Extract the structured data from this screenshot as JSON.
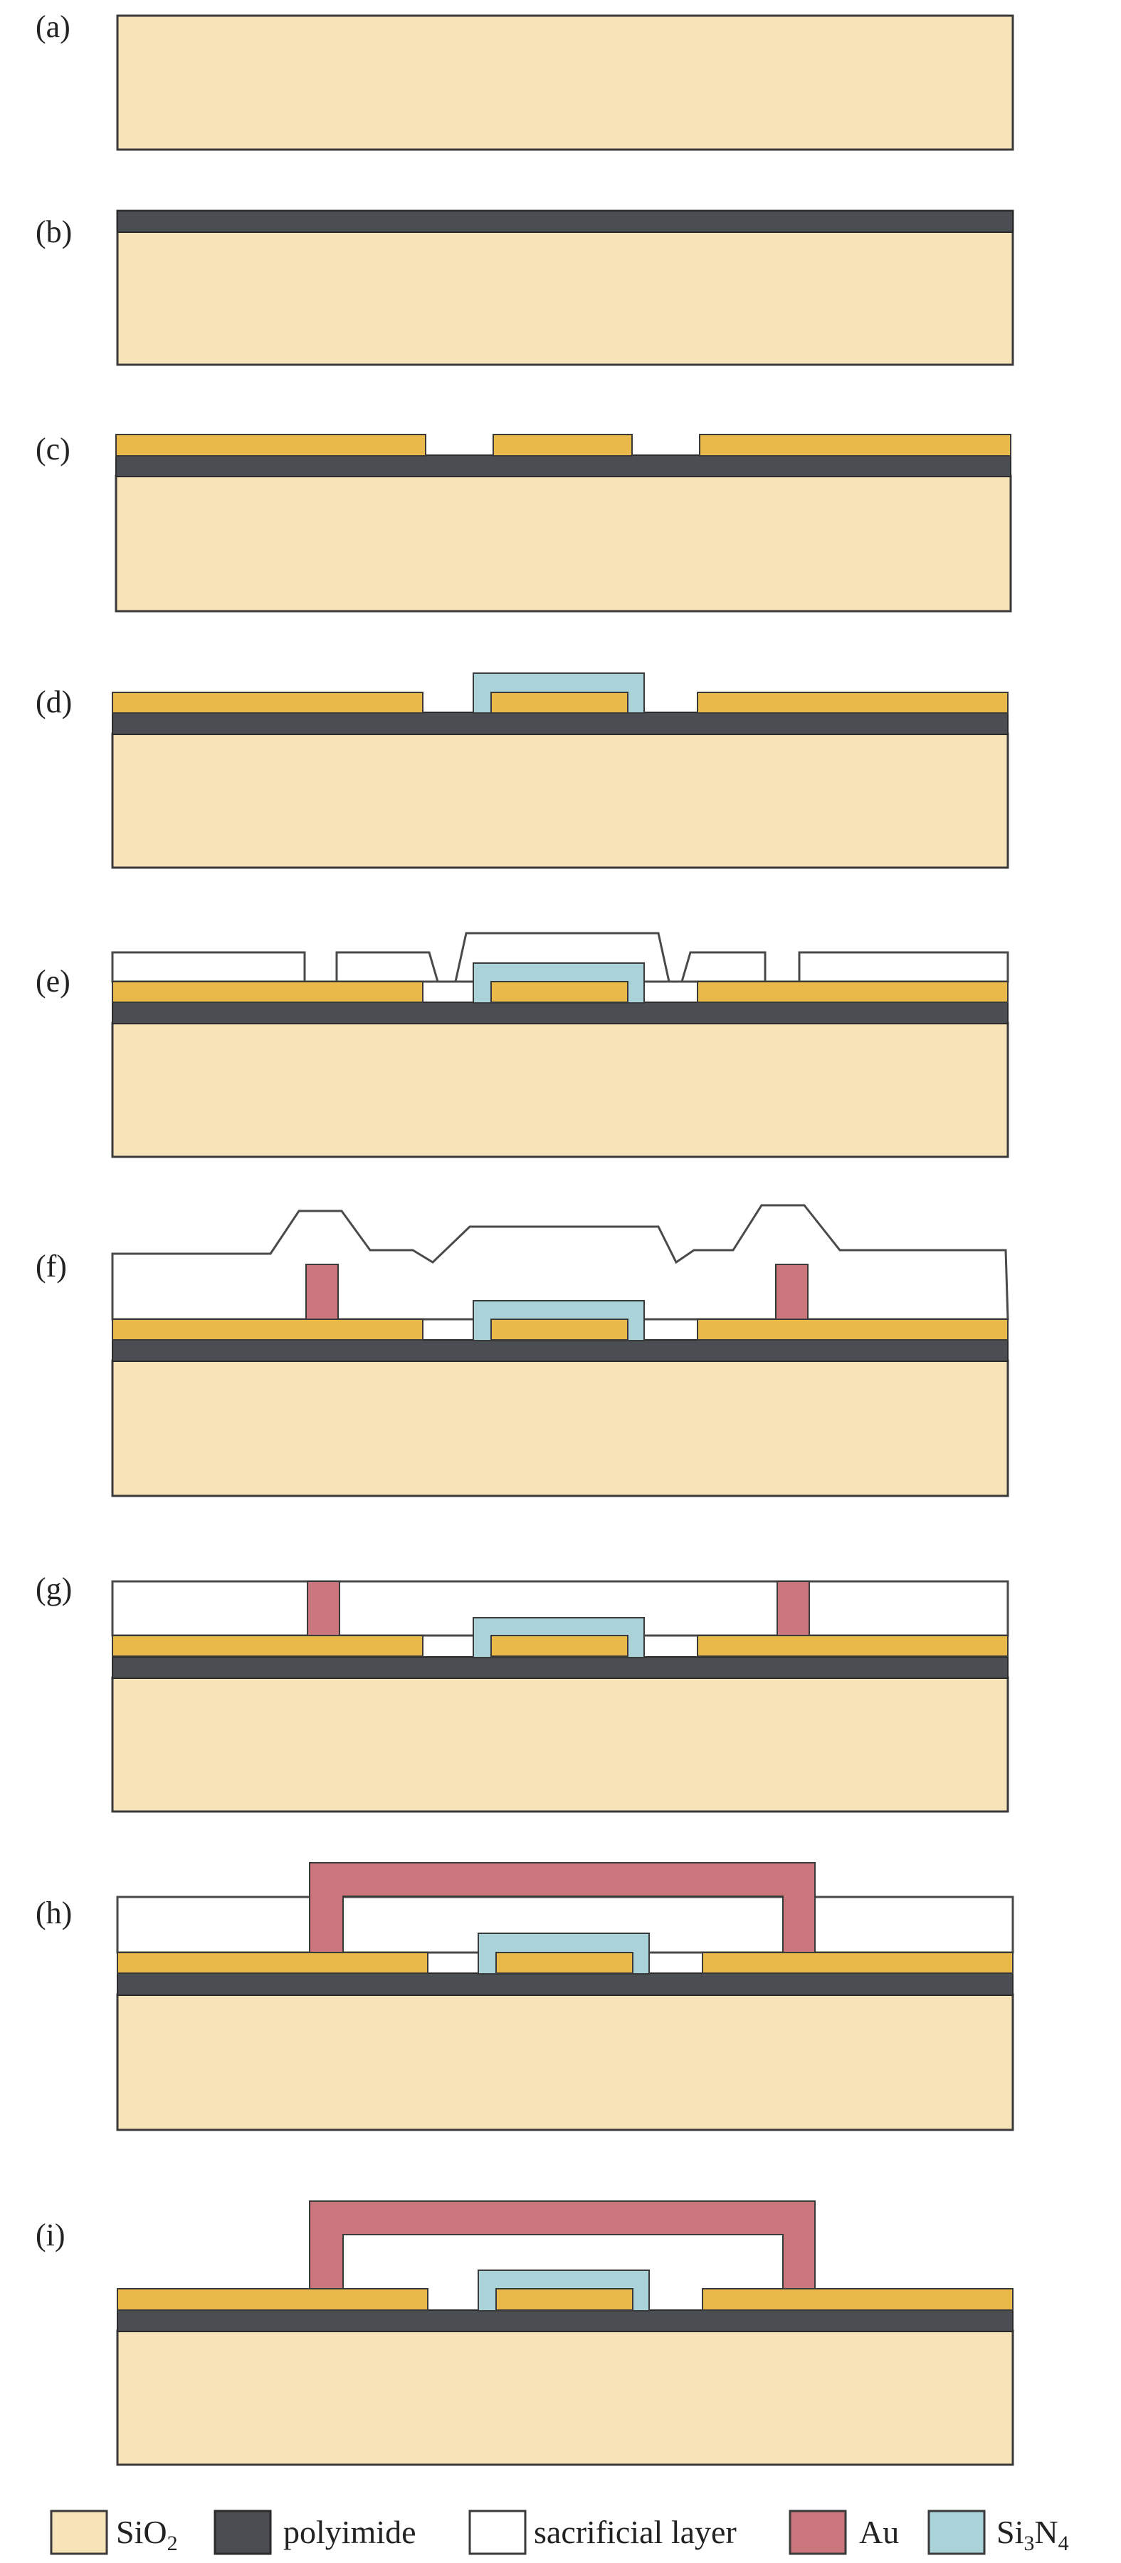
{
  "figure": {
    "steps": [
      {
        "id": "a",
        "label": "(a)"
      },
      {
        "id": "b",
        "label": "(b)"
      },
      {
        "id": "c",
        "label": "(c)"
      },
      {
        "id": "d",
        "label": "(d)"
      },
      {
        "id": "e",
        "label": "(e)"
      },
      {
        "id": "f",
        "label": "(f)"
      },
      {
        "id": "g",
        "label": "(g)"
      },
      {
        "id": "h",
        "label": "(h)"
      },
      {
        "id": "i",
        "label": "(i)"
      }
    ],
    "legend": [
      {
        "id": "sio2",
        "text": "SiO",
        "sub": "2",
        "after": "",
        "color": "#f6e3b8"
      },
      {
        "id": "polyimide",
        "text": "polyimide",
        "color": "#4a4d51"
      },
      {
        "id": "sacrificial",
        "text": "sacrificial layer",
        "color": "#ffffff"
      },
      {
        "id": "au",
        "text": "Au",
        "color": "#cb757c"
      },
      {
        "id": "si3n4",
        "text": "Si",
        "sub": "3",
        "after": "N",
        "sub2": "4",
        "color": "#a9d3d8"
      }
    ]
  },
  "colors": {
    "sio2": "#f6e3b8",
    "polyimide": "#4a4d51",
    "metal": "#e9b94a",
    "au": "#cb757c",
    "si3n4": "#a9d3d8",
    "sacrificial": "#ffffff",
    "outline": "#3a3a3a"
  }
}
